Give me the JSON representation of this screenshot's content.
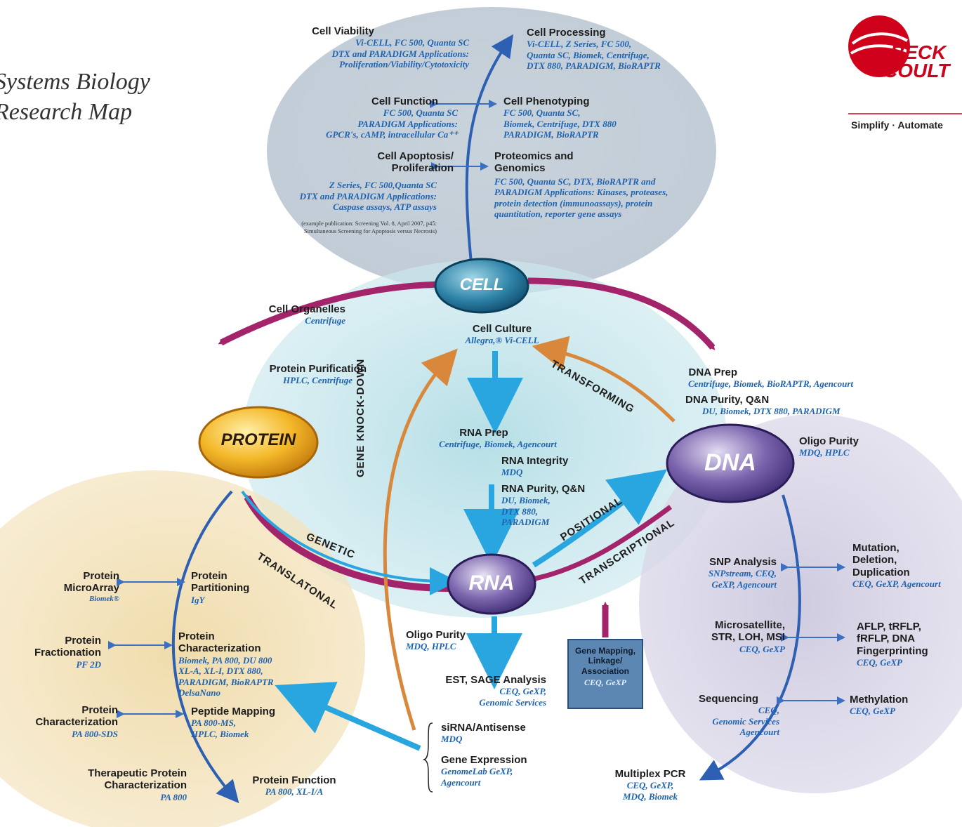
{
  "title": [
    "Systems Biology",
    "Research Map"
  ],
  "brand": {
    "name_line1": "BECK",
    "name_line2": "COULT",
    "tagline": "Simplify · Automate",
    "color": "#d0021b"
  },
  "colors": {
    "blue_text": "#1f63b0",
    "pink_arrow": "#a3246a",
    "orange_arrow": "#d9873a",
    "blue_arrow": "#29a6e0"
  },
  "nodes": {
    "cell": "CELL",
    "protein": "PROTEIN",
    "dna": "DNA",
    "rna": "RNA"
  },
  "arrow_labels": {
    "gene_knockdown": "GENE KNOCK-DOWN",
    "transforming": "TRANSFORMING",
    "positional": "POSITIONAL",
    "transcriptional": "TRANSCRIPTIONAL",
    "genetic": "GENETIC",
    "translational": "TRANSLATONAL"
  },
  "cell_region": {
    "viability": {
      "h": "Cell Viability",
      "s": [
        "Vi-CELL, FC 500, Quanta SC",
        "DTX and PARADIGM Applications:",
        "Proliferation/Viability/Cytotoxicity"
      ]
    },
    "processing": {
      "h": "Cell Processing",
      "s": [
        "Vi-CELL, Z Series, FC 500,",
        "Quanta SC, Biomek, Centrifuge,",
        "DTX 880, PARADIGM, BioRAPTR"
      ]
    },
    "function": {
      "h": "Cell Function",
      "s": [
        "FC 500, Quanta SC",
        "PARADIGM Applications:",
        "GPCR's, cAMP, intracellular Ca⁺⁺"
      ]
    },
    "phenotyping": {
      "h": "Cell Phenotyping",
      "s": [
        "FC 500, Quanta SC,",
        "Biomek, Centrifuge, DTX 880",
        "PARADIGM, BioRAPTR"
      ]
    },
    "apoptosis": {
      "h": [
        "Cell Apoptosis/",
        "Proliferation"
      ],
      "s": [
        "Z Series, FC 500,Quanta SC",
        "DTX and PARADIGM Applications:",
        "Caspase assays, ATP assays"
      ]
    },
    "publication": [
      "(example publication: Screening Vol. 8, April 2007, p45:",
      "Simultaneous Screening for Apoptosis versus Necrosis)"
    ],
    "proteomics": {
      "h": [
        "Proteomics and",
        "Genomics"
      ],
      "s": [
        "FC 500, Quanta SC, DTX, BioRAPTR and",
        "PARADIGM Applications: Kinases, proteases,",
        "protein detection (immunoassays), protein",
        "quantitation, reporter gene assays"
      ]
    }
  },
  "center": {
    "organelles": {
      "h": "Cell Organelles",
      "s": "Centrifuge"
    },
    "culture": {
      "h": "Cell Culture",
      "s": "Allegra,® Vi-CELL"
    },
    "purification": {
      "h": "Protein Purification",
      "s": "HPLC, Centrifuge"
    },
    "dna_prep": {
      "h": "DNA Prep",
      "s": "Centrifuge, Biomek, BioRAPTR, Agencourt"
    },
    "dna_purity": {
      "h": "DNA Purity, Q&N",
      "s": "DU, Biomek, DTX 880, PARADIGM"
    },
    "rna_prep": {
      "h": "RNA Prep",
      "s": "Centrifuge, Biomek, Agencourt"
    },
    "rna_integrity": {
      "h": "RNA Integrity",
      "s": "MDQ"
    },
    "rna_purity": {
      "h": "RNA Purity, Q&N",
      "s": [
        "DU, Biomek,",
        "DTX 880,",
        "PARADIGM"
      ]
    },
    "oligo_dna": {
      "h": "Oligo Purity",
      "s": "MDQ, HPLC"
    },
    "oligo_rna": {
      "h": "Oligo Purity",
      "s": "MDQ, HPLC"
    },
    "est": {
      "h": "EST, SAGE Analysis",
      "s": [
        "CEQ, GeXP,",
        "Genomic Services"
      ]
    },
    "sirna": {
      "h": "siRNA/Antisense",
      "s": "MDQ"
    },
    "gene_expr": {
      "h": "Gene Expression",
      "s": [
        "GenomeLab GeXP,",
        "Agencourt"
      ]
    },
    "gene_mapping": {
      "h": "Gene Mapping,\nLinkage/\nAssociation",
      "s": "CEQ, GeXP"
    }
  },
  "protein_region": {
    "microarray": {
      "h": [
        "Protein",
        "MicroArray"
      ],
      "s": "Biomek®"
    },
    "partitioning": {
      "h": [
        "Protein",
        "Partitioning"
      ],
      "s": "IgY"
    },
    "fractionation": {
      "h": [
        "Protein",
        "Fractionation"
      ],
      "s": "PF 2D"
    },
    "characterization": {
      "h": [
        "Protein",
        "Characterization"
      ],
      "s": [
        "Biomek, PA 800, DU 800",
        "XL-A, XL-I, DTX 880,",
        "PARADIGM, BioRAPTR",
        "DelsaNano"
      ]
    },
    "characterization2": {
      "h": [
        "Protein",
        "Characterization"
      ],
      "s": "PA 800-SDS"
    },
    "peptide": {
      "h": "Peptide Mapping",
      "s": [
        "PA 800-MS,",
        "HPLC, Biomek"
      ]
    },
    "therapeutic": {
      "h": [
        "Therapeutic Protein",
        "Characterization"
      ],
      "s": "PA 800"
    },
    "function": {
      "h": "Protein Function",
      "s": "PA 800, XL-I/A"
    }
  },
  "dna_region": {
    "snp": {
      "h": "SNP Analysis",
      "s": [
        "SNPstream, CEQ,",
        "GeXP, Agencourt"
      ]
    },
    "mutation": {
      "h": [
        "Mutation,",
        "Deletion,",
        "Duplication"
      ],
      "s": "CEQ, GeXP, Agencourt"
    },
    "microsat": {
      "h": [
        "Microsatellite,",
        "STR, LOH, MSI"
      ],
      "s": "CEQ, GeXP"
    },
    "aflp": {
      "h": [
        "AFLP, tRFLP,",
        "fRFLP, DNA",
        "Fingerprinting"
      ],
      "s": "CEQ, GeXP"
    },
    "sequencing": {
      "h": "Sequencing",
      "s": [
        "CEQ,",
        "Genomic Services",
        "Agencourt"
      ]
    },
    "methylation": {
      "h": "Methylation",
      "s": "CEQ, GeXP"
    },
    "multiplex": {
      "h": "Multiplex PCR",
      "s": [
        "CEQ, GeXP,",
        "MDQ, Biomek"
      ]
    }
  }
}
